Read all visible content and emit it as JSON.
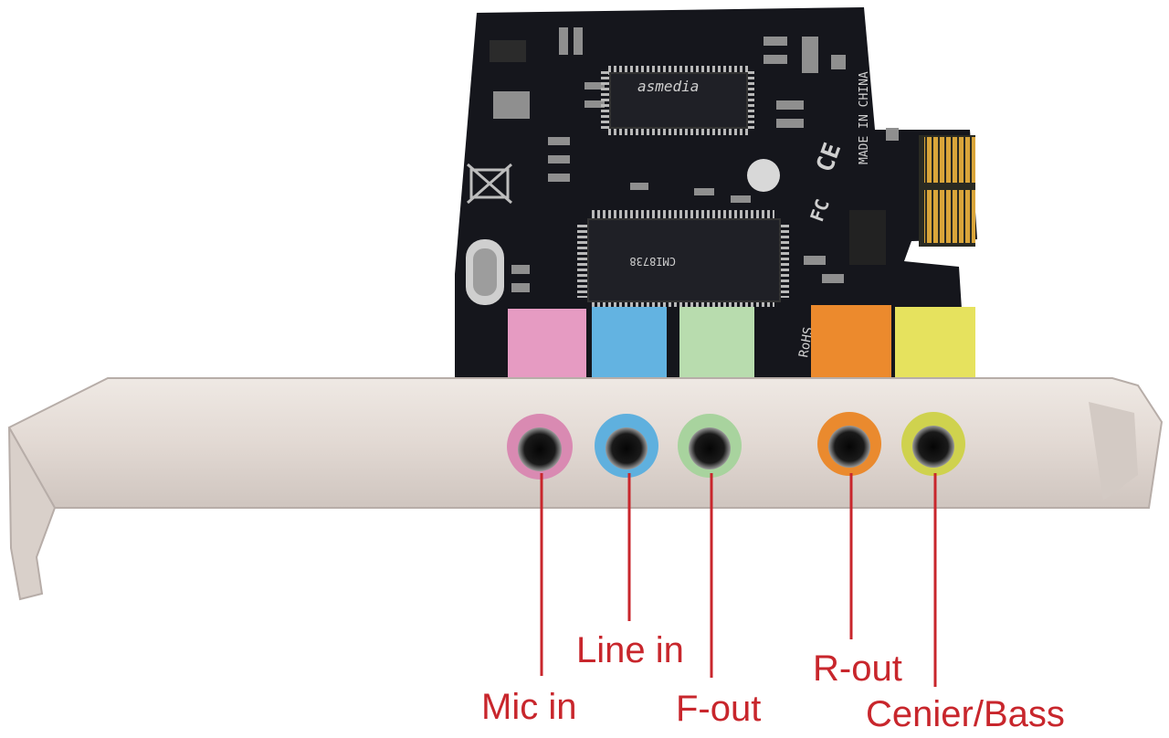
{
  "colors": {
    "pcb": "#15161c",
    "bracket": "#e4dcd6",
    "gold": "#d9a53a",
    "label": "#c8262c",
    "jack_pink": "#e69bc2",
    "jack_blue": "#63b3e1",
    "jack_green": "#b8dcae",
    "jack_orange": "#ec8a2d",
    "jack_yellow": "#e6e25e"
  },
  "board": {
    "top_chip_brand": "asmedia",
    "main_chip_brand": "CMI8738",
    "marking_rohs": "RoHS",
    "marking_made_in": "MADE IN CHINA",
    "marking_fcc": "FC",
    "marking_ce": "CE"
  },
  "ports": [
    {
      "label": "Mic in"
    },
    {
      "label": "Line in"
    },
    {
      "label": "F-out"
    },
    {
      "label": "R-out"
    },
    {
      "label": "Cenier/Bass"
    }
  ]
}
